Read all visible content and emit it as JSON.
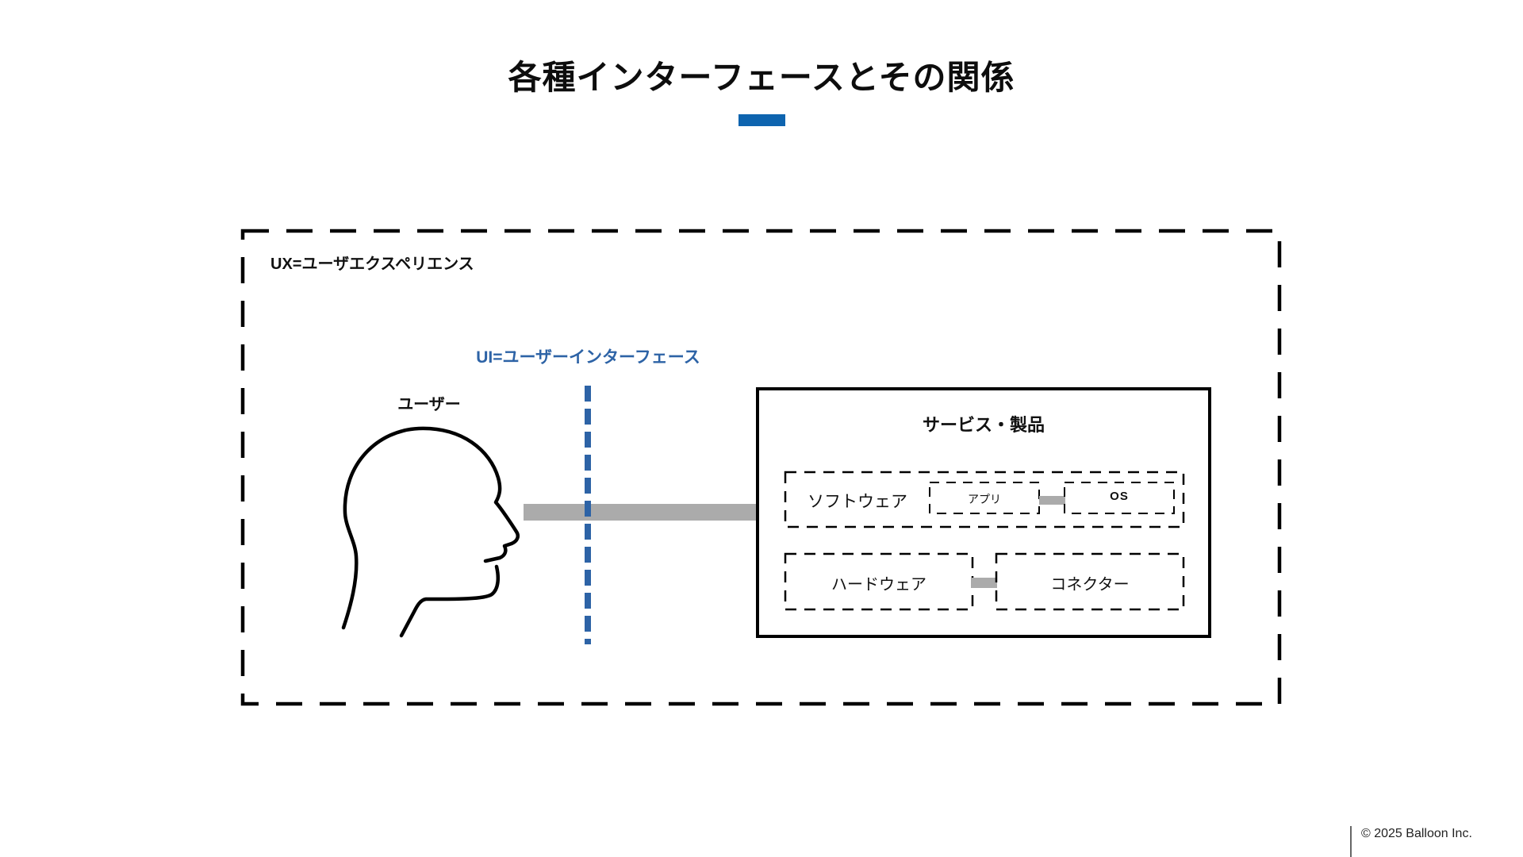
{
  "slide": {
    "title": "各種インターフェースとその関係",
    "footer_credit": "© 2025 Balloon Inc."
  },
  "ux_region": {
    "label": "UX=ユーザエクスペリエンス"
  },
  "ui_boundary": {
    "label": "UI=ユーザーインターフェース"
  },
  "user": {
    "label": "ユーザー",
    "icon": "user-head-profile-icon"
  },
  "service_box": {
    "title": "サービス・製品",
    "software": {
      "label": "ソフトウェア",
      "app_label": "アプリ",
      "os_label": "OS"
    },
    "hardware": {
      "label": "ハードウェア",
      "connector_label": "コネクター"
    }
  },
  "colors": {
    "accent_blue": "#0e64af",
    "ui_blue": "#2d63a6",
    "connector_gray": "#ababab",
    "outline_black": "#000000",
    "footer_text": "#222222"
  }
}
